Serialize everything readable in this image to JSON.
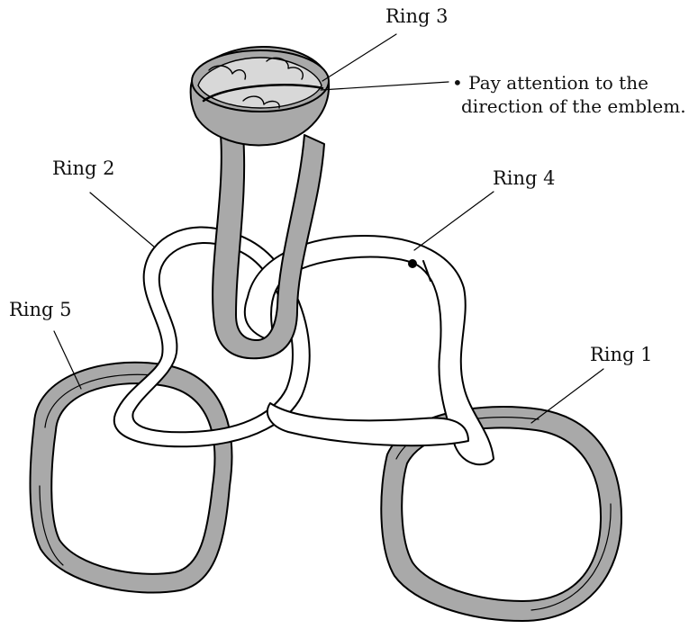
{
  "labels": {
    "ring1": "Ring 1",
    "ring2": "Ring 2",
    "ring3": "Ring 3",
    "ring4": "Ring 4",
    "ring5": "Ring 5"
  },
  "note": {
    "bullet": "•",
    "line1": "Pay attention to the",
    "line2": "direction of the emblem."
  },
  "colors": {
    "ring_fill": "#a9a9a9",
    "ring_outline": "#000000",
    "white_ring_fill": "#ffffff"
  }
}
